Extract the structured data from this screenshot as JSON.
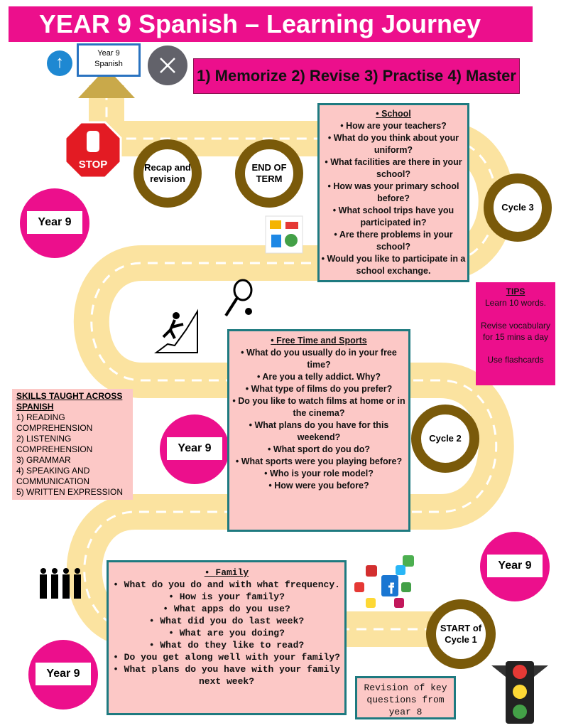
{
  "title": "YEAR 9 Spanish – Learning Journey",
  "steps": "1) Memorize  2) Revise  3) Practise  4) Master",
  "destination": {
    "line1": "Year 9",
    "line2": "Spanish"
  },
  "stop_sign": "STOP",
  "milestones": {
    "recap": "Recap and revision",
    "end_term": "END OF TERM",
    "cycle3": "Cycle 3",
    "cycle2": "Cycle 2",
    "start": "START of Cycle 1"
  },
  "year_badges": [
    "Year 9",
    "Year 9",
    "Year 9",
    "Year 9"
  ],
  "school": {
    "heading": "School",
    "items": [
      "How are your teachers?",
      "What do you think about your uniform?",
      "What facilities are there in your school?",
      "How was your primary school before?",
      "What school trips have you participated in?",
      "Are there problems in your school?",
      "Would you like to participate in a school exchange."
    ]
  },
  "free_time": {
    "heading": "Free Time and Sports",
    "items": [
      "What do you usually do in your free time?",
      "Are you a telly addict. Why?",
      "What type of films do you prefer?",
      "Do you like to watch films at home or in the cinema?",
      "What plans do you have for this weekend?",
      "What sport do  you do?",
      "What sports were you playing before?",
      "Who is your role model?",
      "How were you before?"
    ]
  },
  "family": {
    "heading": "Family",
    "items": [
      "What do you do and with what frequency.",
      "How is your family?",
      "What apps do you use?",
      "What did you do last week?",
      "What are you doing?",
      "What do they like to read?",
      "Do you get along well with your family?",
      "What plans do you have with your family next week?"
    ]
  },
  "revision": "Revision of key questions from year 8",
  "tips": {
    "heading": "TIPS",
    "items": [
      "Learn 10 words.",
      "Revise vocabulary for 15 mins a day",
      "Use flashcards"
    ]
  },
  "skills": {
    "heading": "SKILLS TAUGHT ACROSS SPANISH",
    "items": [
      "1) READING COMPREHENSION",
      "2) LISTENING COMPREHENSION",
      "3) GRAMMAR",
      "4) SPEAKING AND COMMUNICATION",
      "5) WRITTEN EXPRESSION"
    ]
  },
  "colors": {
    "brand": "#ec0f8c",
    "road": "#fbe3a0",
    "ring": "#7a5a0a",
    "box": "#fcc8c6",
    "border": "#1e7a80"
  }
}
